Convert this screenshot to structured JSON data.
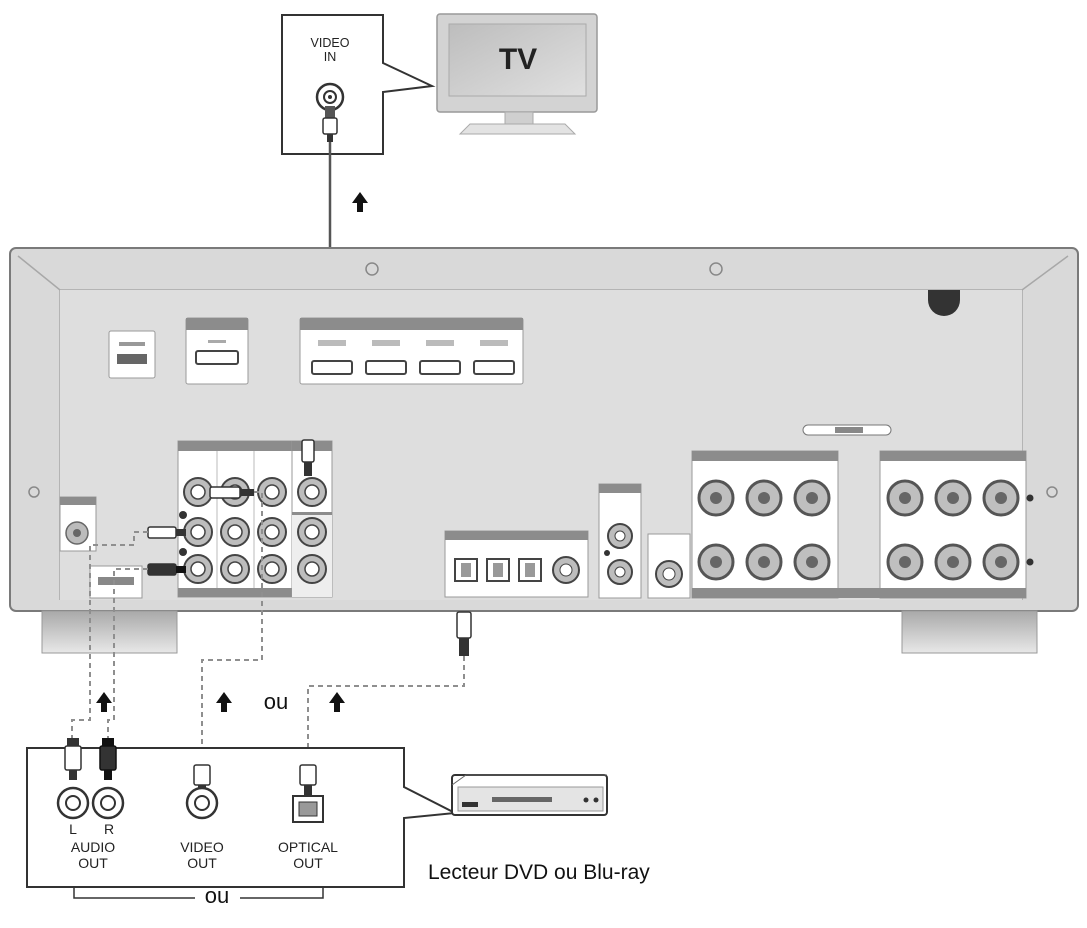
{
  "tv": {
    "label": "TV",
    "input_label": "VIDEO\nIN"
  },
  "connection_choice": {
    "label_middle": "ou",
    "label_bottom": "ou"
  },
  "player": {
    "name": "Lecteur DVD ou Blu-ray",
    "ports": {
      "audio_left": "L",
      "audio_right": "R",
      "audio_out": "AUDIO\nOUT",
      "video_out": "VIDEO\nOUT",
      "optical_out": "OPTICAL\nOUT"
    }
  },
  "colors": {
    "receiver_panel": "#d9d9d9",
    "panel_dark": "#8c8c8c",
    "cable": "#555555",
    "dashed_cable": "#9a9a9a"
  }
}
